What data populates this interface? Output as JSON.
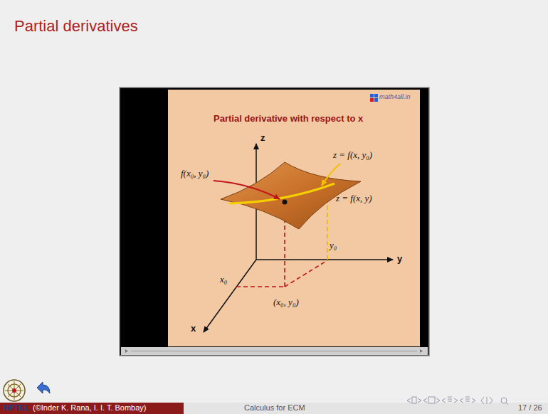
{
  "diagram": {
    "title": "Partial derivatives",
    "labels": [
      "math4all.in",
      "Partial derivative with respect to x",
      "z",
      "f(x₀, y₀)",
      "z = f(x, y₀)",
      "z = f(x, y)",
      "y₀",
      "y",
      "x₀",
      "(x₀, y₀)",
      "x",
      "NPTEL",
      "(©Inder K. Rana, I. I. T. Bombay)",
      "Calculus for ECM",
      "17 / 26"
    ]
  }
}
